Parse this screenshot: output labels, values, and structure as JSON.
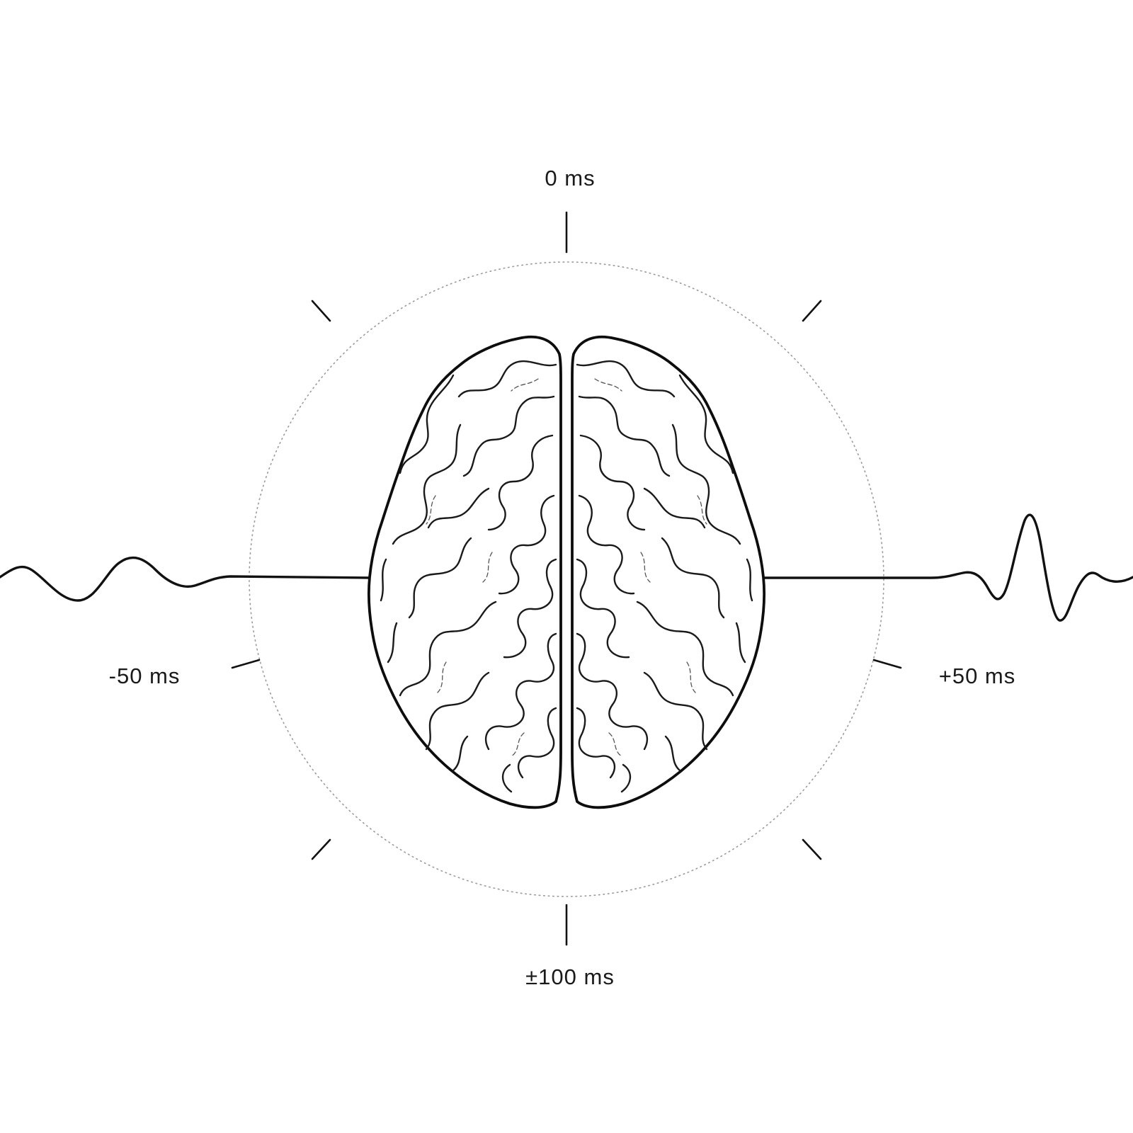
{
  "labels": {
    "top": "0 ms",
    "left": "-50 ms",
    "right": "+50 ms",
    "bottom": "±100 ms"
  },
  "icons": {
    "center": "brain-top-view-icon"
  },
  "colors": {
    "background": "#ffffff",
    "ink": "#111111",
    "ring": "#9a9a9a"
  }
}
